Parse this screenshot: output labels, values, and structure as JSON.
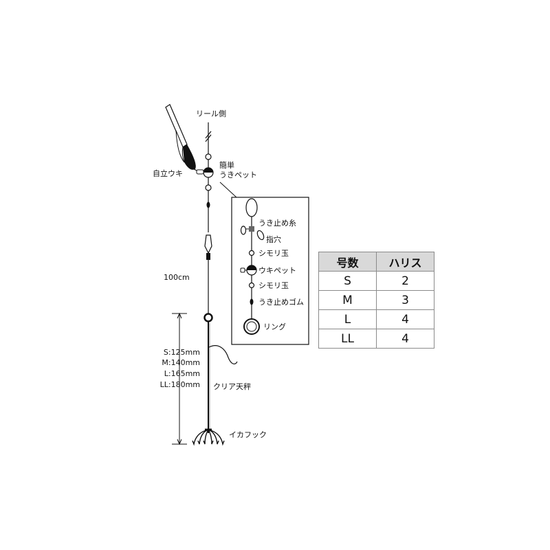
{
  "labels": {
    "reel_side": "リール側",
    "standing_float": "自立ウキ",
    "easy_float_pet_line1": "簡単",
    "easy_float_pet_line2": "うきペット",
    "length_100": "100cm",
    "size_s": "S:125mm",
    "size_m": "M:140mm",
    "size_l": "L:165mm",
    "size_ll": "LL:180mm",
    "clear_balance": "クリア天秤",
    "squid_hook": "イカフック"
  },
  "detail": {
    "float_stop_thread": "うき止め糸",
    "finger_hole": "指穴",
    "shimori_bead_1": "シモリ玉",
    "uki_pet": "ウキペット",
    "shimori_bead_2": "シモリ玉",
    "float_stop_rubber": "うき止めゴム",
    "ring": "リング"
  },
  "table": {
    "headers": [
      "号数",
      "ハリス"
    ],
    "rows": [
      [
        "S",
        "2"
      ],
      [
        "M",
        "3"
      ],
      [
        "L",
        "4"
      ],
      [
        "LL",
        "4"
      ]
    ]
  }
}
